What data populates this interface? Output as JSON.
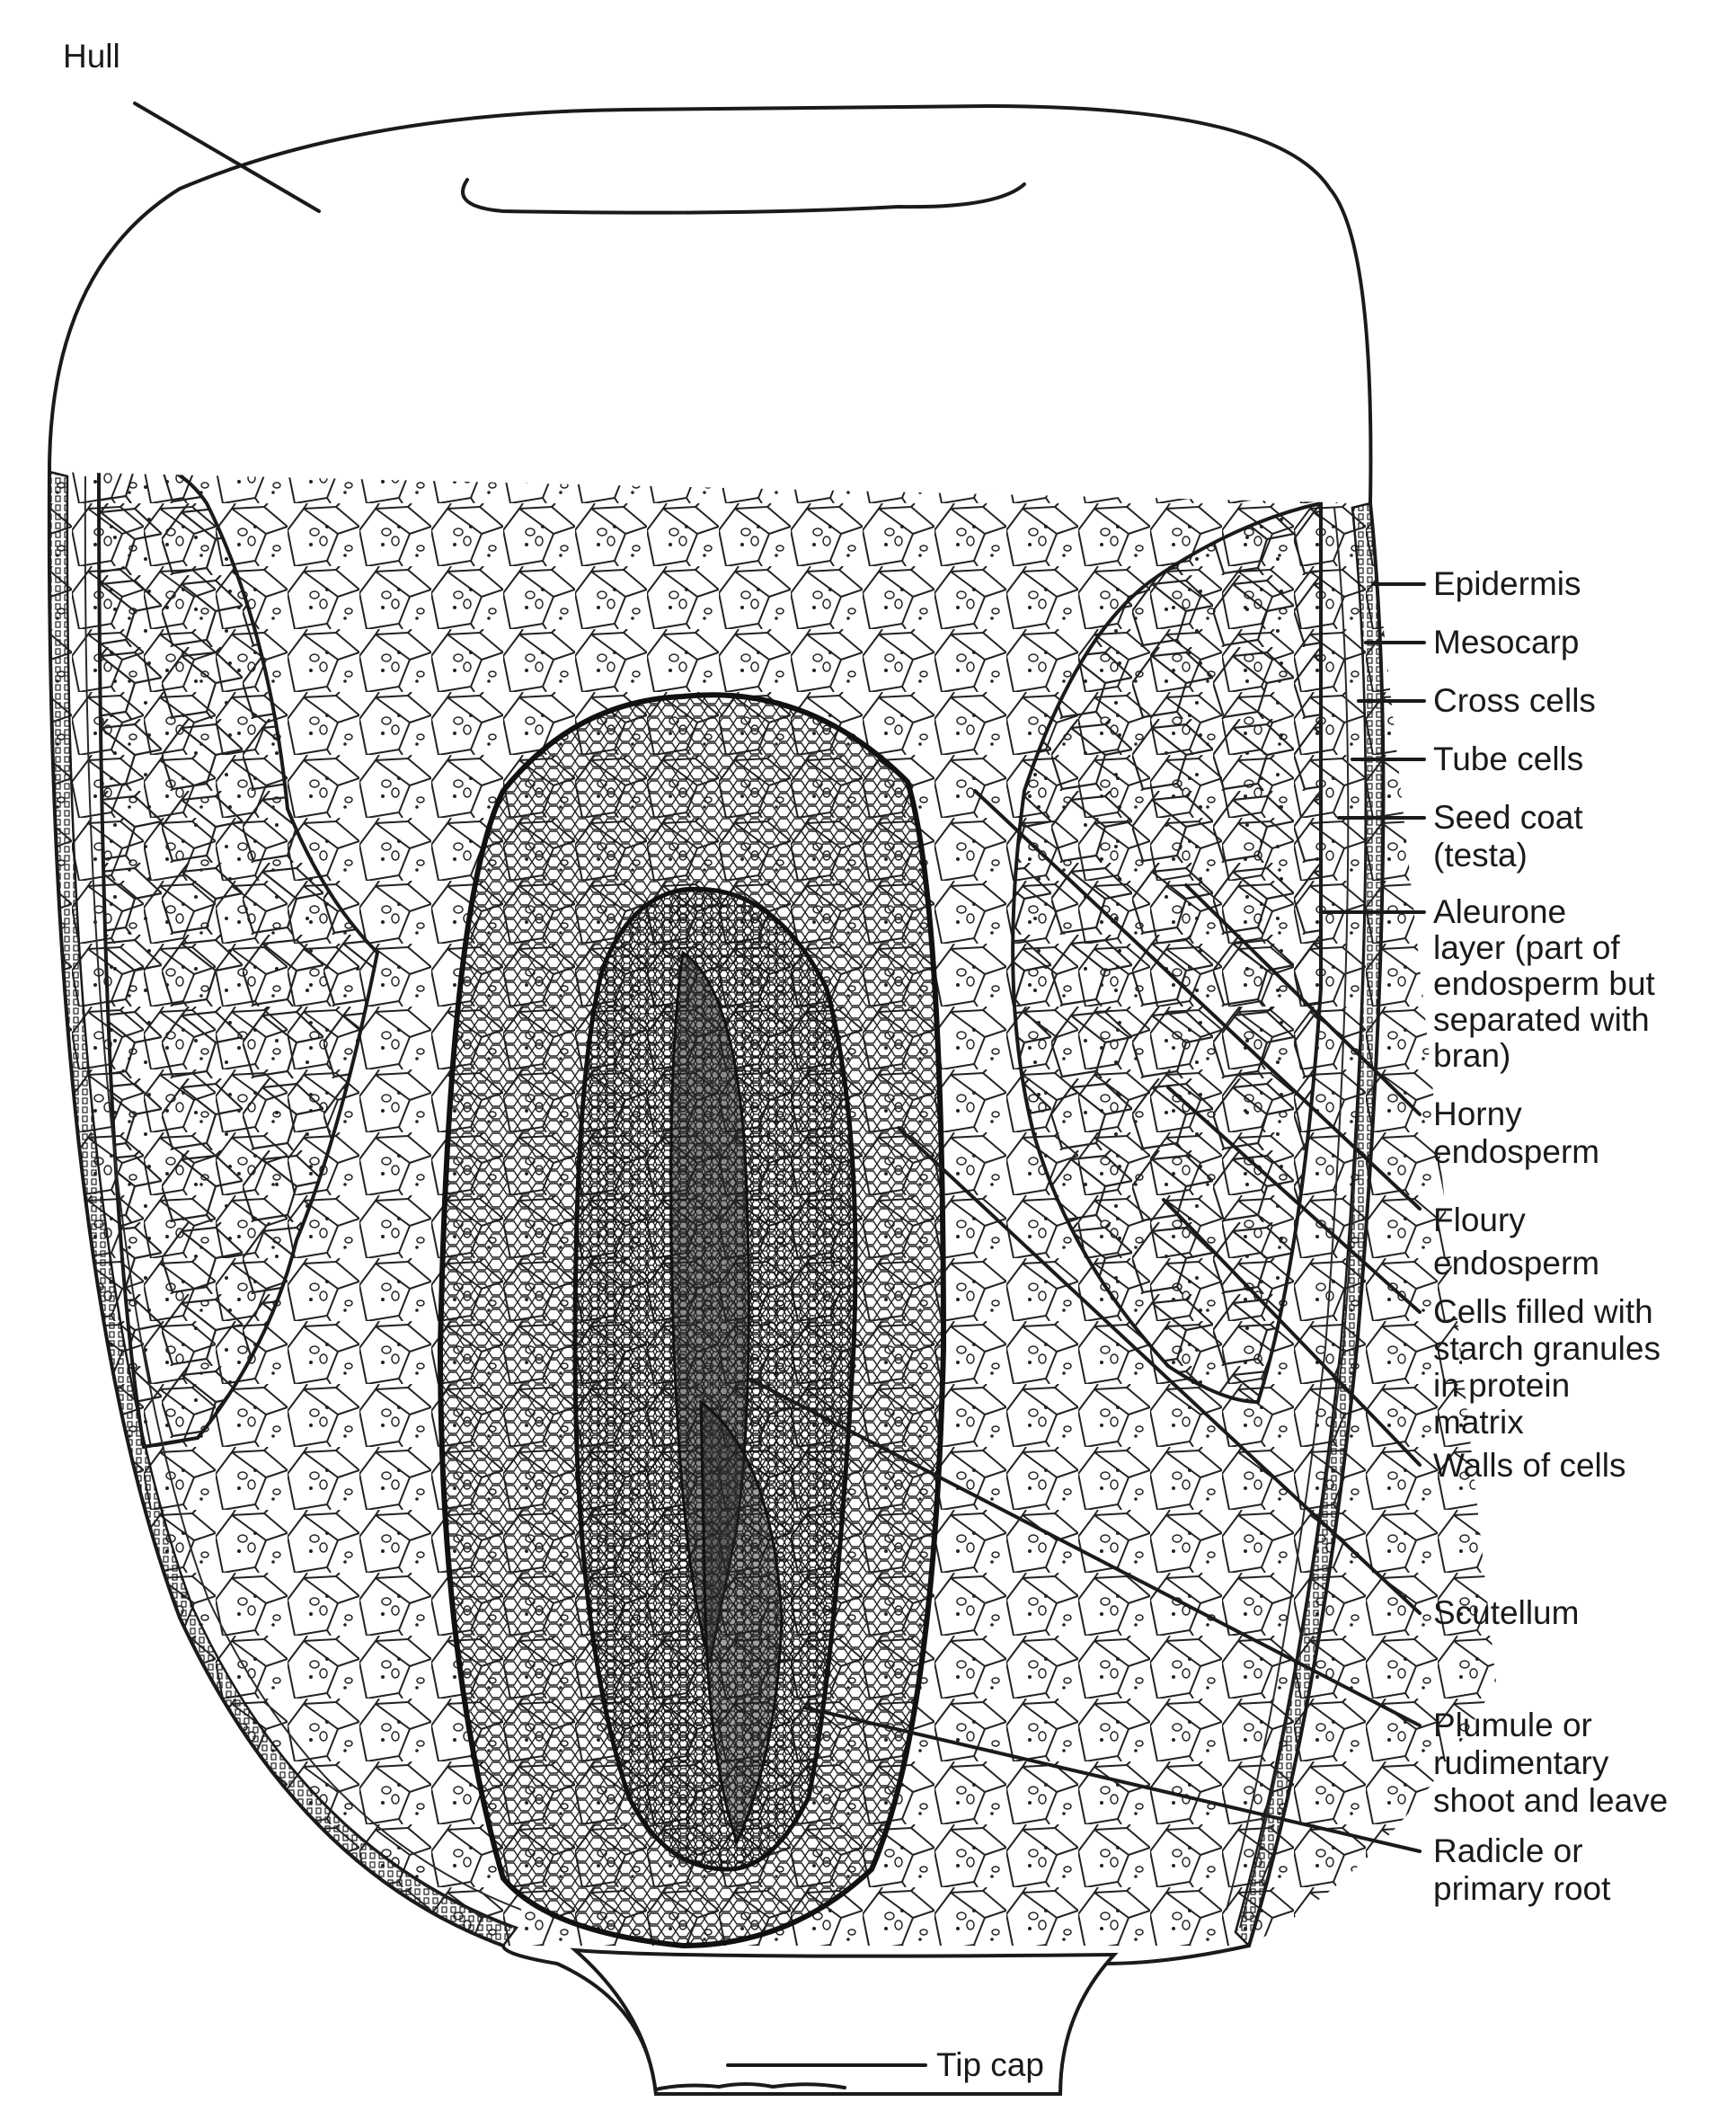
{
  "labels": {
    "hull": "Hull",
    "epidermis": "Epidermis",
    "mesocarp": "Mesocarp",
    "cross_cells": "Cross cells",
    "tube_cells": "Tube cells",
    "seed_coat": [
      "Seed coat",
      "(testa)"
    ],
    "aleurone": [
      "Aleurone",
      "layer (part of",
      "endosperm but",
      "separated with",
      "bran)"
    ],
    "horny": [
      "Horny",
      "endosperm"
    ],
    "floury": [
      "Floury",
      "endosperm"
    ],
    "cells_filled": [
      "Cells filled with",
      "starch granules",
      "in protein",
      "matrix"
    ],
    "walls": "Walls of cells",
    "scutellum": "Scutellum",
    "plumule": [
      "Plumule or",
      "rudimentary",
      "shoot and leave"
    ],
    "radicle": [
      "Radicle or",
      "primary root"
    ],
    "tip_cap": "Tip cap"
  }
}
